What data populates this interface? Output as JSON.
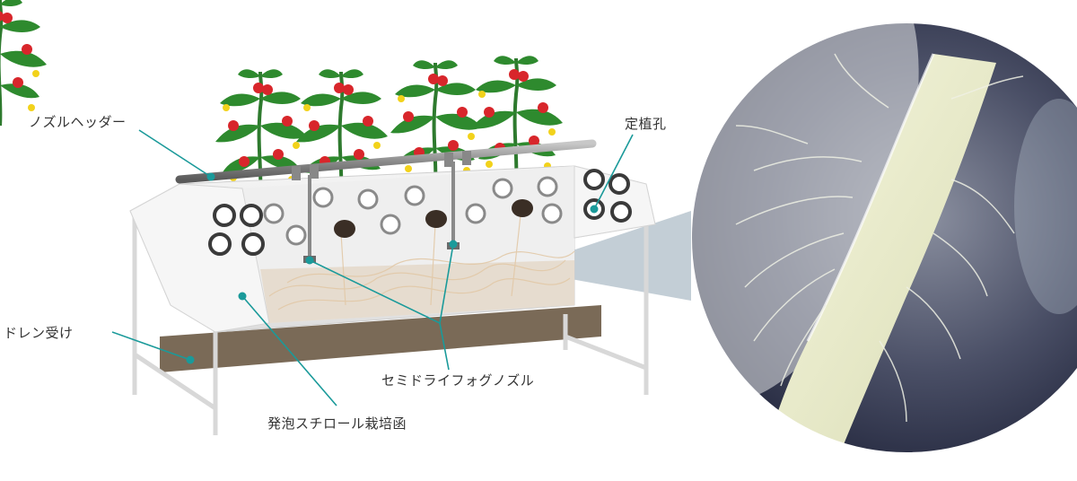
{
  "labels": {
    "nozzle_header": "ノズルヘッダー",
    "planting_hole": "定植孔",
    "drain_tray": "ドレン受け",
    "semi_dry_fog_nozzle": "セミドライフォグノズル",
    "styrofoam_box": "発泡スチロール栽培函"
  },
  "colors": {
    "leader_line": "#1a9a9a",
    "leader_dot": "#1a9a9a",
    "label_text": "#333333",
    "box_body": "#e9e9e9",
    "drain_tray": "#7a6a57",
    "leaf": "#2e8a2e",
    "tomato": "#d8262b",
    "flower": "#f2d21b",
    "root": "#e2c9a8",
    "magnifier_bg": "#3a3f55"
  }
}
